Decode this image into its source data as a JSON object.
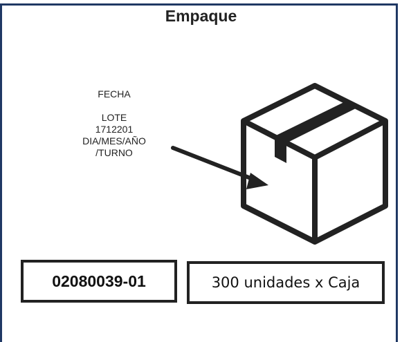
{
  "title": "Empaque",
  "label": {
    "fecha": "FECHA",
    "lote": "LOTE",
    "lote_number": "1712201",
    "format_line1": "DIA/MES/AÑO",
    "format_line2": "/TURNO"
  },
  "product_code": "02080039-01",
  "quantity": "300 unidades x Caja",
  "colors": {
    "frame": "#1f3864",
    "ink": "#222222"
  },
  "icons": [
    "box-icon",
    "arrow-icon"
  ]
}
